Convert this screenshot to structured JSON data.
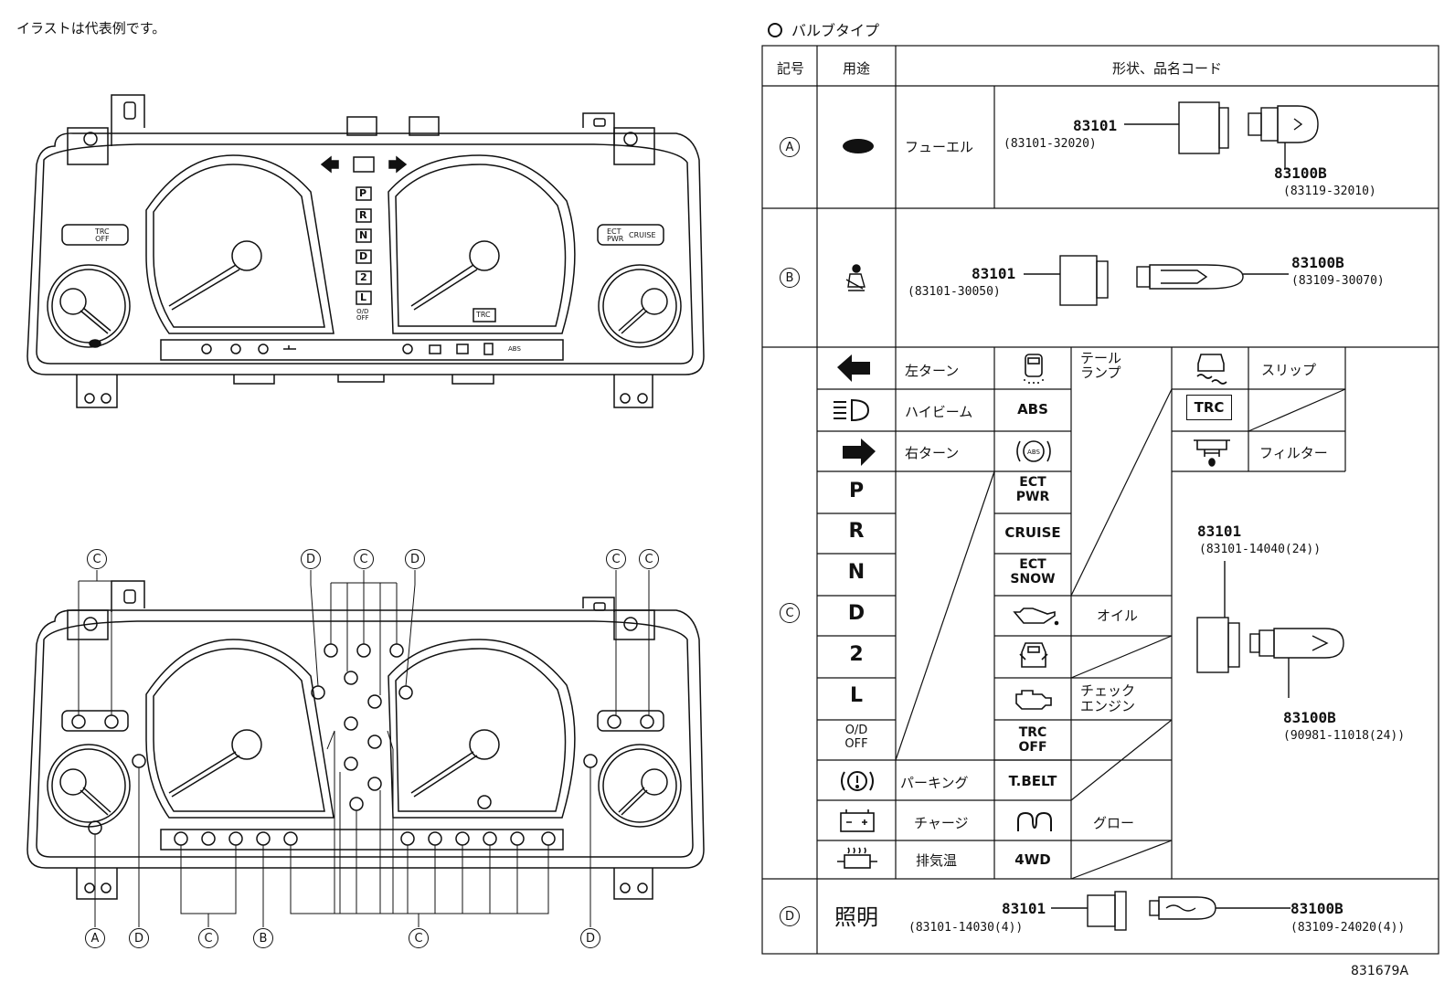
{
  "note": "イラストは代表例です。",
  "bulb_title": "バルブタイプ",
  "figure_code": "831679A",
  "table": {
    "headers": [
      "記号",
      "用途",
      "形状、品名コード"
    ],
    "row_labels": [
      "A",
      "B",
      "C",
      "D"
    ],
    "A": {
      "use": "フューエル",
      "socket": "83101",
      "socket_code": "(83101-32020)",
      "bulb": "83100B",
      "bulb_code": "(83119-32010)"
    },
    "B": {
      "socket": "83101",
      "socket_code": "(83101-30050)",
      "bulb": "83100B",
      "bulb_code": "(83109-30070)"
    },
    "C": {
      "col1_labels": [
        "左ターン",
        "ハイビーム",
        "右ターン",
        "",
        "",
        "",
        "",
        "",
        "",
        "",
        "パーキング",
        "チャージ",
        "排気温"
      ],
      "col1_symbols": [
        "",
        "",
        "",
        "P",
        "R",
        "N",
        "D",
        "2",
        "L",
        "O/D\nOFF",
        "",
        "",
        ""
      ],
      "col2_texts": [
        "",
        "ABS",
        "",
        "ECT\nPWR",
        "CRUISE",
        "ECT\nSNOW",
        "",
        "",
        "",
        "TRC\nOFF",
        "T.BELT",
        "",
        "4WD"
      ],
      "col2_labels": {
        "tail": "テール\nランプ",
        "oil": "オイル",
        "check": "チェック\nエンジン",
        "glow": "グロー"
      },
      "col3_labels": {
        "slip": "スリップ",
        "trc": "TRC",
        "filter": "フィルター"
      },
      "socket": "83101",
      "socket_code": "(83101-14040(24))",
      "bulb": "83100B",
      "bulb_code": "(90981-11018(24))"
    },
    "D": {
      "use": "照明",
      "socket": "83101",
      "socket_code": "(83101-14030(4))",
      "bulb": "83100B",
      "bulb_code": "(83109-24020(4))"
    }
  },
  "cluster": {
    "trc_off": "TRC\nOFF",
    "ect_pwr": "ECT\nPWR",
    "cruise": "CRUISE",
    "trc": "TRC",
    "od_off": "O/D\nOFF",
    "abs": "ABS",
    "gear": [
      "P",
      "R",
      "N",
      "D",
      "2",
      "L"
    ]
  },
  "callouts_top": [
    "C",
    "D",
    "C",
    "D",
    "C",
    "C"
  ],
  "callouts_bottom": [
    "A",
    "D",
    "C",
    "B",
    "C",
    "D"
  ]
}
